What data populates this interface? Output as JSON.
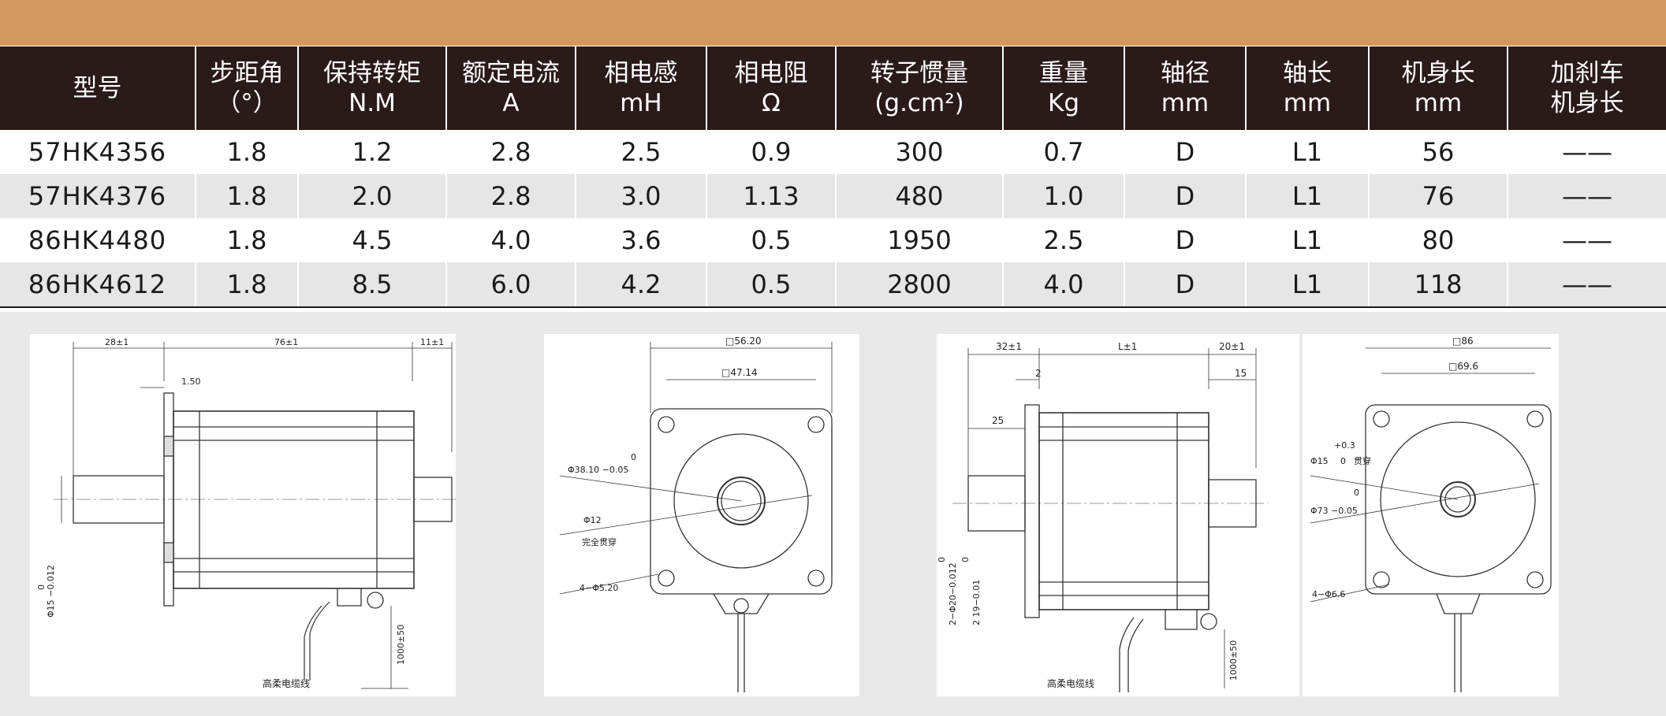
{
  "table": {
    "headers": [
      {
        "line1": "型号",
        "line2": ""
      },
      {
        "line1": "步距角",
        "line2": "（°）"
      },
      {
        "line1": "保持转矩",
        "line2": "N.M"
      },
      {
        "line1": "额定电流",
        "line2": "A"
      },
      {
        "line1": "相电感",
        "line2": "mH"
      },
      {
        "line1": "相电阻",
        "line2": "Ω"
      },
      {
        "line1": "转子惯量",
        "line2": "(g.cm²)"
      },
      {
        "line1": "重量",
        "line2": "Kg"
      },
      {
        "line1": "轴径",
        "line2": "mm"
      },
      {
        "line1": "轴长",
        "line2": "mm"
      },
      {
        "line1": "机身长",
        "line2": "mm"
      },
      {
        "line1": "加刹车",
        "line2": "机身长"
      }
    ],
    "rows": [
      [
        "57HK4356",
        "1.8",
        "1.2",
        "2.8",
        "2.5",
        "0.9",
        "300",
        "0.7",
        "D",
        "L1",
        "56",
        "——"
      ],
      [
        "57HK4376",
        "1.8",
        "2.0",
        "2.8",
        "3.0",
        "1.13",
        "480",
        "1.0",
        "D",
        "L1",
        "76",
        "——"
      ],
      [
        "86HK4480",
        "1.8",
        "4.5",
        "4.0",
        "3.6",
        "0.5",
        "1950",
        "2.5",
        "D",
        "L1",
        "80",
        "——"
      ],
      [
        "86HK4612",
        "1.8",
        "8.5",
        "6.0",
        "4.2",
        "0.5",
        "2800",
        "4.0",
        "D",
        "L1",
        "118",
        "——"
      ]
    ]
  },
  "drawing57_side": {
    "dim_front_shaft": "28±1",
    "dim_body": "76±1",
    "dim_rear_shaft": "11±1",
    "dim_flange": "1.50",
    "shaft_dia_tol_top": "0",
    "shaft_dia": "Φ15 −0.012",
    "cable_length": "1000±50",
    "cable_label": "高柔电缆线"
  },
  "drawing57_front": {
    "outer_square": "□56.20",
    "hole_spacing": "□47.14",
    "boss_tol_top": "0",
    "boss_dia": "Φ38.10 −0.05",
    "bore_dia": "Φ12",
    "bore_note": "完全贯穿",
    "holes": "4−Φ5.20"
  },
  "drawing86_side": {
    "dim_front_shaft": "32±1",
    "dim_body": "L±1",
    "dim_rear_shaft": "20±1",
    "dim_flange": "2",
    "dim_rear_small": "15",
    "dim_key": "25",
    "shaft_dia_tol_top": "0",
    "shaft_dia": "2−Φ20−0.012",
    "key_tol_top": "0",
    "key_dim": "2  19−0.01",
    "cable_length": "1000±50",
    "cable_label": "高柔电缆线"
  },
  "drawing86_front": {
    "outer_square": "□86",
    "hole_spacing": "□69.6",
    "bore_tol": "+0.3",
    "bore_dia": "Φ15",
    "bore_tol_low": "0",
    "bore_note": "贯穿",
    "boss_tol_top": "0",
    "boss_dia": "Φ73 −0.05",
    "holes": "4−Φ6.6"
  }
}
